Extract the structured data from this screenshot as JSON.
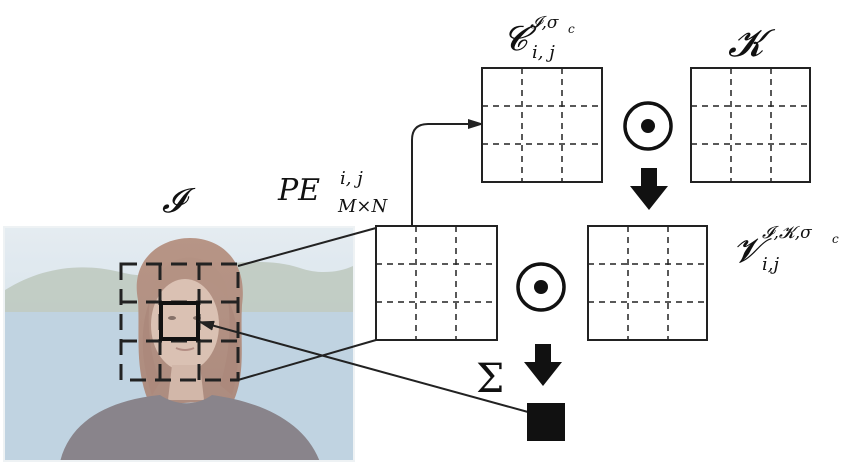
{
  "labels": {
    "image": "𝓘",
    "kernel": "𝓚",
    "sum": "Σ",
    "patch_base": "PE",
    "patch_sup": "i, j",
    "patch_sub": "M×N",
    "compressed_base": "𝓒",
    "compressed_sup": "𝓘,σ",
    "compressed_sup_sub": "c",
    "compressed_sub": "i, j",
    "value_base": "𝓥",
    "value_sup": "𝓘,𝓚,σ",
    "value_sup_sub": "c",
    "value_sub": "i,j"
  }
}
